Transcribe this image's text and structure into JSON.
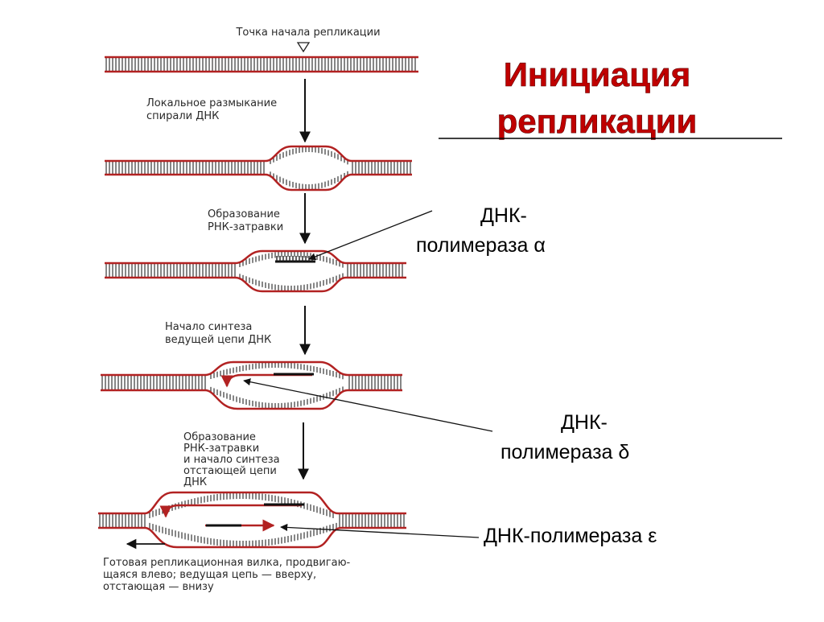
{
  "diagram": {
    "title_lines": [
      "Инициация",
      "репликации"
    ],
    "top_label": "Точка начала репликации",
    "steps": [
      {
        "lines": [
          "Локальное размыкание",
          "спирали ДНК"
        ]
      },
      {
        "lines": [
          "Образование",
          "РНК-затравки"
        ]
      },
      {
        "lines": [
          "Начало синтеза",
          "ведущей цепи ДНК"
        ]
      },
      {
        "lines": [
          "Образование",
          "РНК-затравки",
          "и начало синтеза",
          "отстающей цепи",
          "ДНК"
        ]
      }
    ],
    "bottom_caption_lines": [
      "Готовая репликационная вилка, продвигаю-",
      "щаяся влево; ведущая цепь — вверху,",
      "отстающая — внизу"
    ],
    "polymerase_labels": {
      "alpha": [
        "ДНК-",
        "полимераза α"
      ],
      "delta": [
        "ДНК-",
        "полимераза δ"
      ],
      "epsilon": [
        "ДНК-полимераза ε"
      ]
    },
    "colors": {
      "strand": "#b22222",
      "rungs": "#222222",
      "title": "#c00000",
      "arrow": "#111111"
    }
  }
}
